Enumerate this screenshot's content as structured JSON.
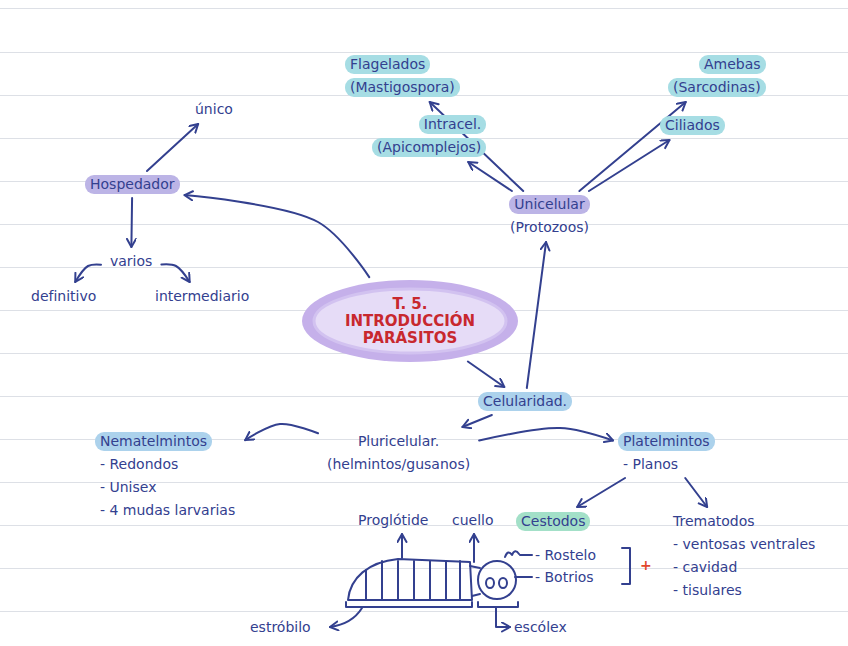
{
  "diagram": {
    "nodes": [
      {
        "text": [
          "T. 5. INTRODUCCIÓN PARÁSITOS"
        ]
      },
      {
        "text": [
          "Hospedador"
        ]
      },
      {
        "text": [
          "único"
        ]
      },
      {
        "text": [
          "varios"
        ]
      },
      {
        "text": [
          "definitivo"
        ]
      },
      {
        "text": [
          "intermediario"
        ]
      },
      {
        "text": [
          "Unicelular",
          "(Protozoos)"
        ]
      },
      {
        "text": [
          "Flagelados",
          "(Mastigospora)"
        ]
      },
      {
        "text": [
          "Intracel.",
          "(Apicomplejos)"
        ]
      },
      {
        "text": [
          "Amebas",
          "(Sarcodinas)"
        ]
      },
      {
        "text": [
          "Ciliados"
        ]
      },
      {
        "text": [
          "Celularidad."
        ]
      },
      {
        "text": [
          "Pluricelular.",
          "(helmintos/gusanos)"
        ]
      },
      {
        "text": [
          "Nematelmintos",
          "- Redondos",
          "- Unisex",
          "- 4 mudas larvarias"
        ]
      },
      {
        "text": [
          "Platelmintos",
          "- Planos"
        ]
      },
      {
        "text": [
          "Cestodos"
        ]
      },
      {
        "text": [
          "Trematodos",
          "- ventosas ventrales",
          "- cavidad",
          "- tisulares"
        ]
      }
    ],
    "edges": [
      {
        "from": 0,
        "to": 1,
        "arrow": "to"
      },
      {
        "from": 1,
        "to": 2,
        "arrow": "to"
      },
      {
        "from": 1,
        "to": 3,
        "arrow": "to"
      },
      {
        "from": 3,
        "to": 4,
        "arrow": "to"
      },
      {
        "from": 3,
        "to": 5,
        "arrow": "to"
      },
      {
        "from": 0,
        "to": 11,
        "arrow": "to"
      },
      {
        "from": 11,
        "to": 6,
        "arrow": "to"
      },
      {
        "from": 6,
        "to": 7,
        "arrow": "to"
      },
      {
        "from": 6,
        "to": 8,
        "arrow": "to"
      },
      {
        "from": 6,
        "to": 9,
        "arrow": "to"
      },
      {
        "from": 6,
        "to": 10,
        "arrow": "to"
      },
      {
        "from": 11,
        "to": 12,
        "arrow": "to"
      },
      {
        "from": 12,
        "to": 13,
        "arrow": "to"
      },
      {
        "from": 12,
        "to": 14,
        "arrow": "to"
      },
      {
        "from": 14,
        "to": 15,
        "arrow": "to"
      },
      {
        "from": 14,
        "to": 16,
        "arrow": "to"
      }
    ],
    "labels": [
      "Proglótide",
      "cuello",
      "- Rostelo",
      "- Botrios",
      "+",
      "escólex",
      "estróbilo"
    ]
  }
}
